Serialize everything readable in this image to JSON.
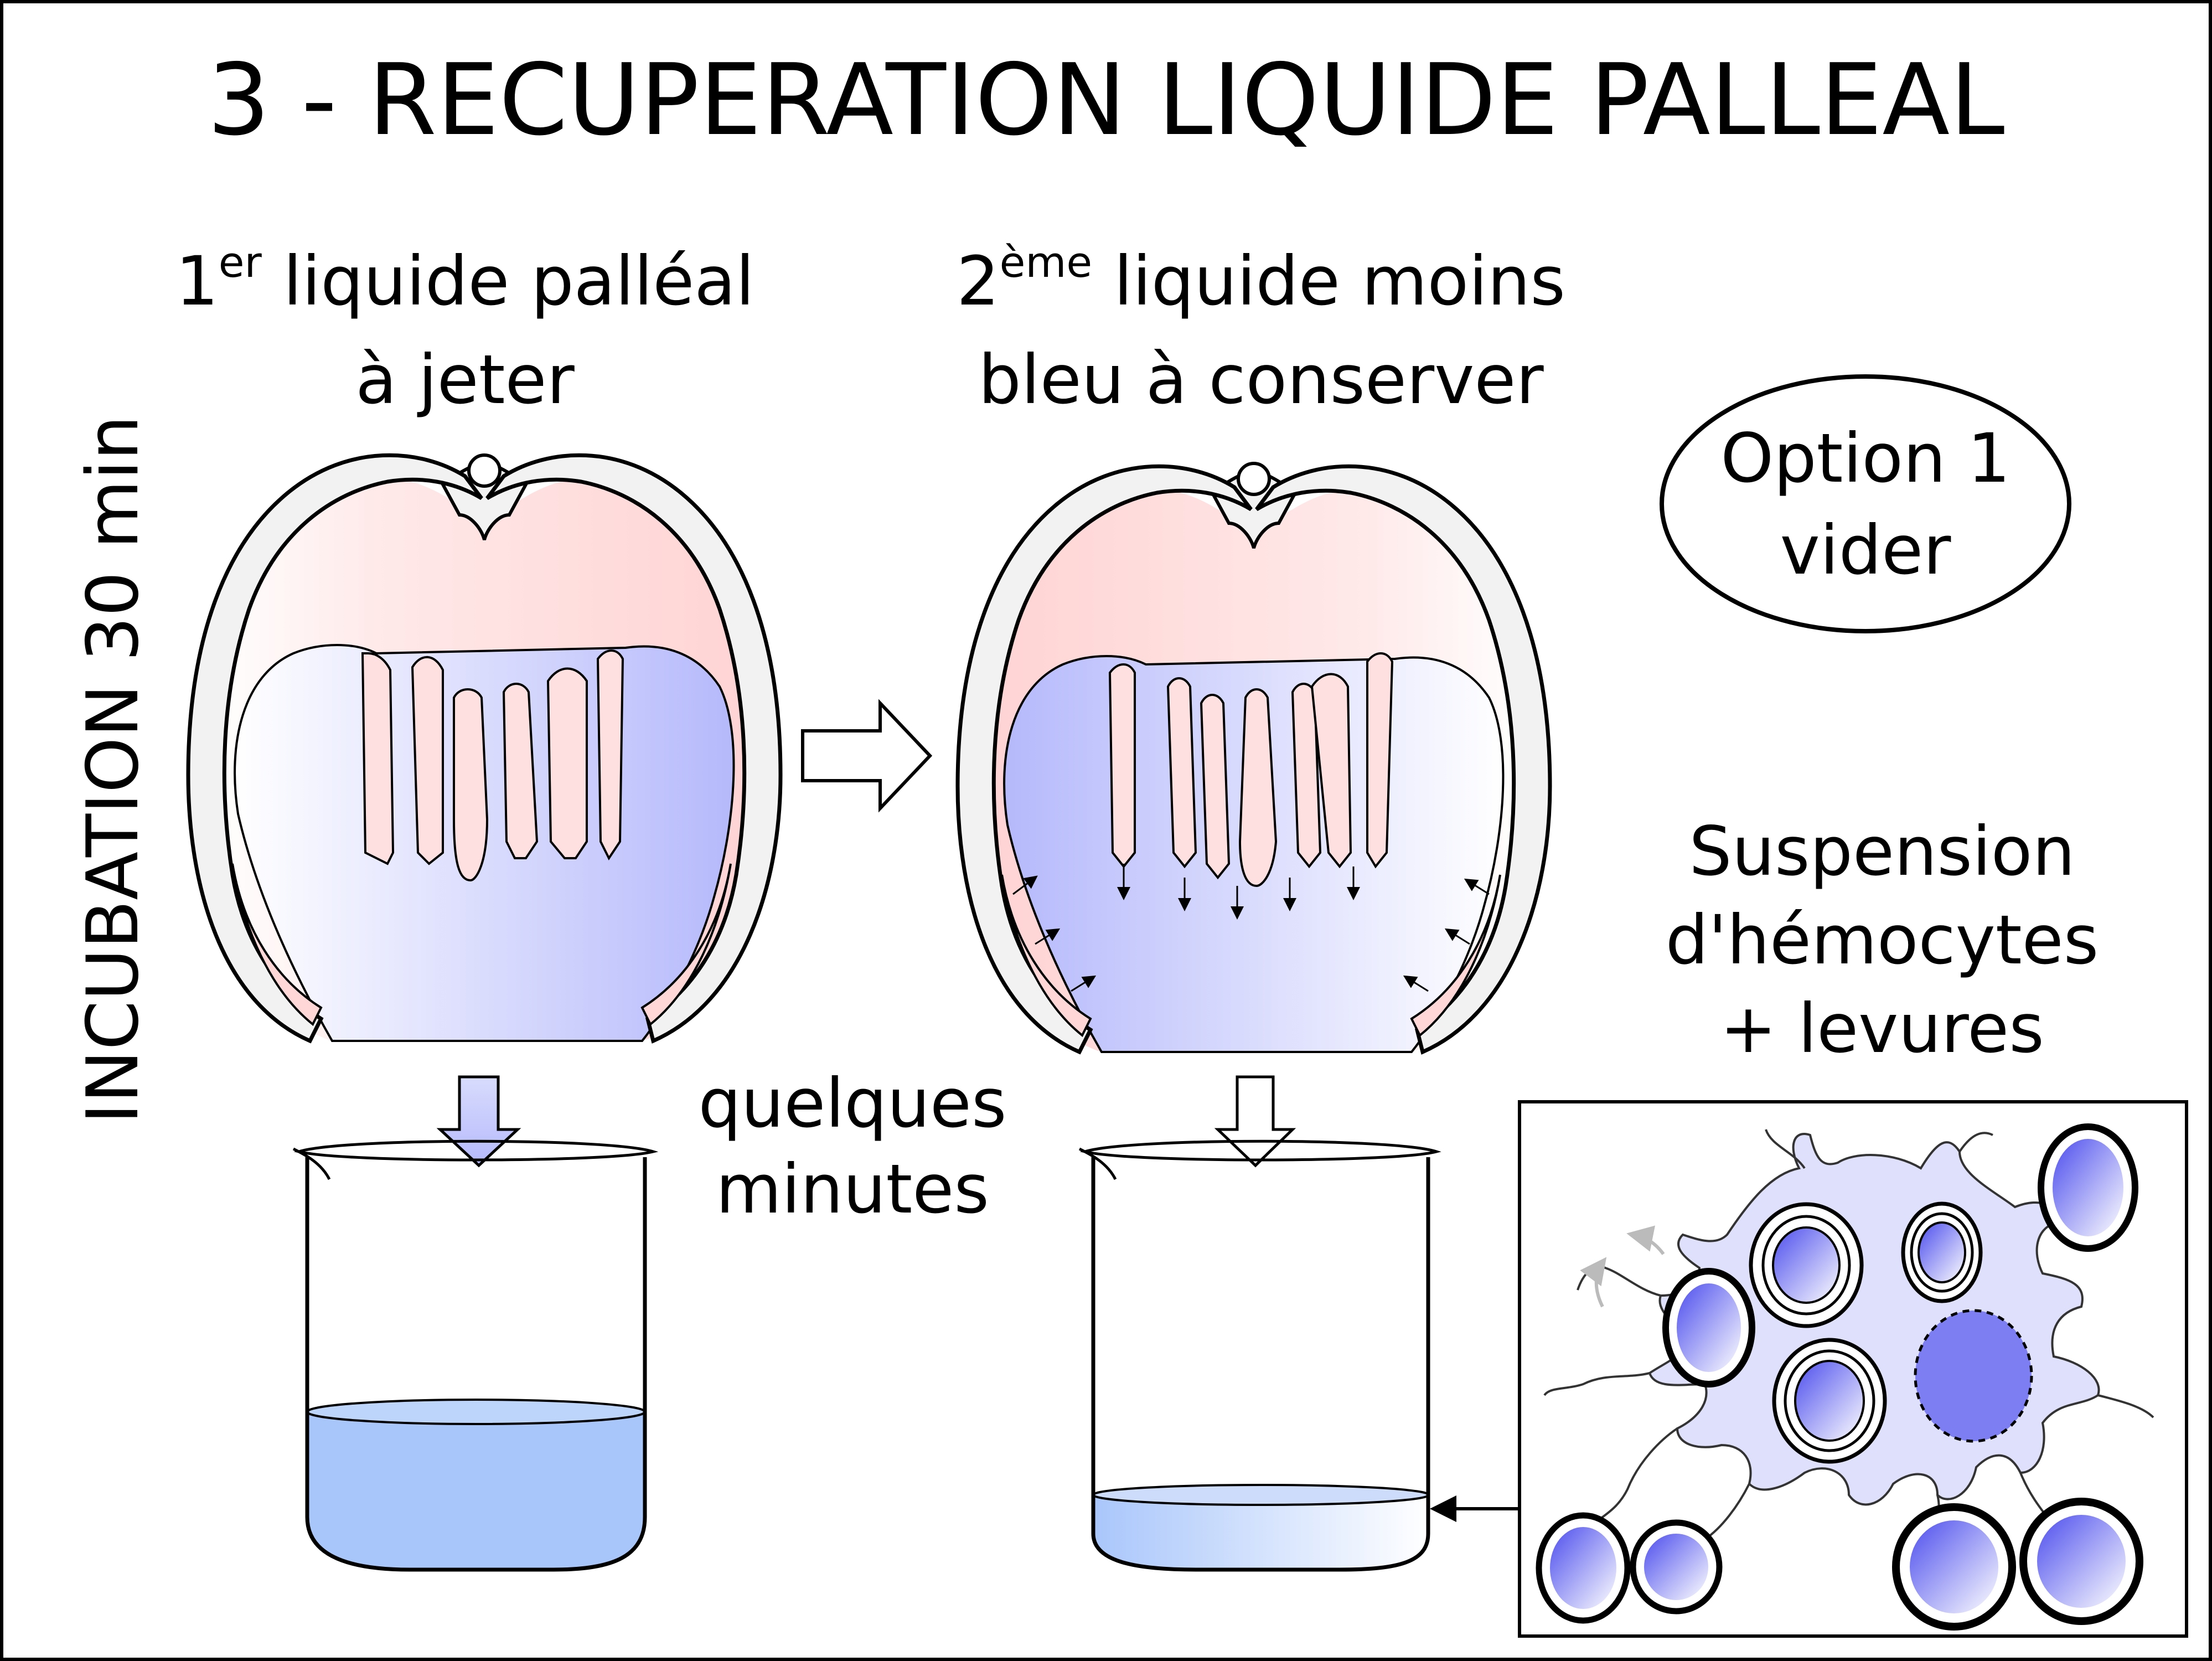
{
  "title": "3 - RECUPERATION LIQUIDE PALLEAL",
  "side_label": "INCUBATION 30 min",
  "step1": {
    "num": "1",
    "sup": "er",
    "line1_rest": " liquide palléal",
    "line2": "à jeter"
  },
  "step2": {
    "num": "2",
    "sup": "ème",
    "line1_rest": " liquide moins",
    "line2": "bleu à conserver"
  },
  "wait": {
    "line1": "quelques",
    "line2": "minutes"
  },
  "option": {
    "line1": "Option 1",
    "line2": "vider"
  },
  "suspension": {
    "line1": "Suspension",
    "line2": "d'hémocytes",
    "line3": "+ levures"
  },
  "colors": {
    "liquid_blue": "#a9c6fb",
    "liquid_pale": "#bed2fb",
    "tissue_pink": "#ffd7d7",
    "body_blue": "#b9bdfc",
    "shell_gray": "#f2f2f2",
    "cell_fill": "#dfe0fc",
    "yeast_blue": "#5b5cf0"
  },
  "icons": [
    "oyster-open-shell",
    "hollow-right-arrow",
    "beaker",
    "down-arrow",
    "hemocyte-cell",
    "yeast-cell"
  ]
}
